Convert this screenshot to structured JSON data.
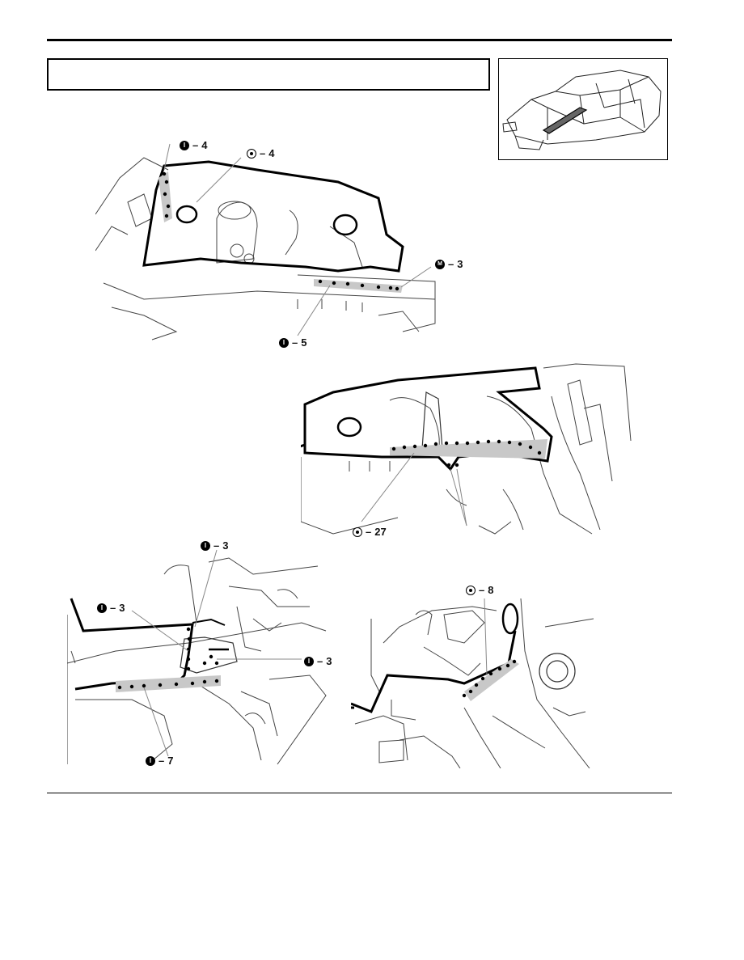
{
  "page": {
    "title_box_text": ""
  },
  "callouts": [
    {
      "id": "f1-i4",
      "symbol": "I",
      "count": "4"
    },
    {
      "id": "f1-o4",
      "symbol": "O",
      "count": "4"
    },
    {
      "id": "f1-m3",
      "symbol": "M",
      "count": "3"
    },
    {
      "id": "f1-i5",
      "symbol": "I",
      "count": "5"
    },
    {
      "id": "f2-o27",
      "symbol": "O",
      "count": "27"
    },
    {
      "id": "f3-i3a",
      "symbol": "I",
      "count": "3"
    },
    {
      "id": "f3-i3b",
      "symbol": "I",
      "count": "3"
    },
    {
      "id": "f3-i3c",
      "symbol": "I",
      "count": "3"
    },
    {
      "id": "f3-i7",
      "symbol": "I",
      "count": "7"
    },
    {
      "id": "f4-o8",
      "symbol": "O",
      "count": "8"
    }
  ],
  "separator": "–",
  "symbols": {
    "I": "I",
    "O": "",
    "M": "M"
  },
  "icons": {
    "vehicle_thumbnail": "car-body-locator-icon"
  },
  "colors": {
    "line": "#000000",
    "shade": "#c8c8c8",
    "background": "#ffffff"
  }
}
